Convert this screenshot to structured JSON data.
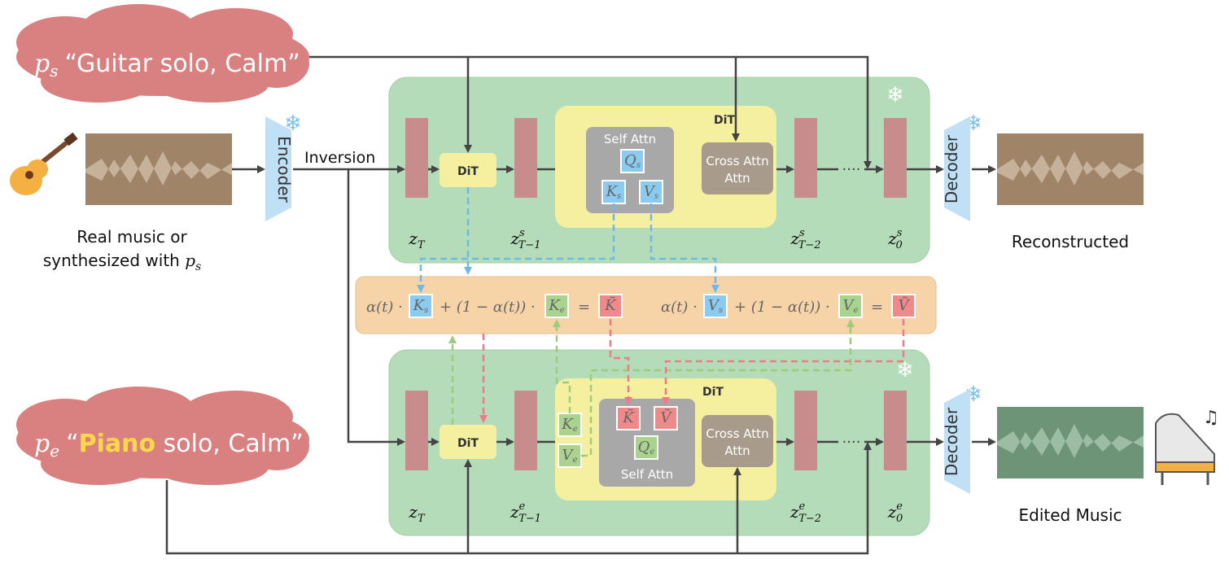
{
  "source_prompt": {
    "symbol": "p",
    "sub": "s",
    "text": "“Guitar solo, Calm”"
  },
  "edit_prompt": {
    "symbol": "p",
    "sub": "e",
    "prefix": "“",
    "highlight": "Piano",
    "rest": " solo, Calm”"
  },
  "input_caption": {
    "line1": "Real music or",
    "line2": "synthesized with ",
    "math": "p",
    "math_sub": "s"
  },
  "encoder_label": "Encoder",
  "decoder_label": "Decoder",
  "inversion_label": "Inversion",
  "dit_label": "DiT",
  "self_attn_label": "Self Attn",
  "cross_attn_label": "Cross Attn",
  "ellipsis": "····",
  "output_top": "Reconstructed",
  "output_bottom": "Edited Music",
  "top_latents": [
    {
      "base": "z",
      "sub": "T",
      "sup": ""
    },
    {
      "base": "z",
      "sub": "T−1",
      "sup": "s"
    },
    {
      "base": "z",
      "sub": "T−2",
      "sup": "s"
    },
    {
      "base": "z",
      "sub": "0",
      "sup": "s"
    }
  ],
  "bottom_latents": [
    {
      "base": "z",
      "sub": "T",
      "sup": ""
    },
    {
      "base": "z",
      "sub": "T−1",
      "sup": "e"
    },
    {
      "base": "z",
      "sub": "T−2",
      "sup": "e"
    },
    {
      "base": "z",
      "sub": "0",
      "sup": "e"
    }
  ],
  "tokens": {
    "qs": "Q",
    "qs_sub": "s",
    "ks": "K",
    "ks_sub": "s",
    "vs": "V",
    "vs_sub": "s",
    "qe": "Q",
    "qe_sub": "e",
    "ke": "K",
    "ke_sub": "e",
    "ve": "V",
    "ve_sub": "e",
    "kt": "K̃",
    "vt": "Ṽ"
  },
  "formula": {
    "alpha": "α(t) ·",
    "plus": "+ (1 − α(t)) ·",
    "eq": "="
  },
  "colors": {
    "cloud": "#d98080",
    "panel": "#b5dcb8",
    "dit": "#f5f0a0",
    "attn": "#a8a8a8",
    "cross": "#a89b8c",
    "latent": "#c98c8c",
    "formula_bg": "#f7d3a8",
    "blue_token": "#8ccbf0",
    "green_token": "#a9d38f",
    "red_token": "#f08a8a",
    "encoder": "#bfe0f5",
    "blue_dash": "#6fb8e8",
    "green_dash": "#9ccc7c",
    "red_dash": "#ee7b86"
  }
}
